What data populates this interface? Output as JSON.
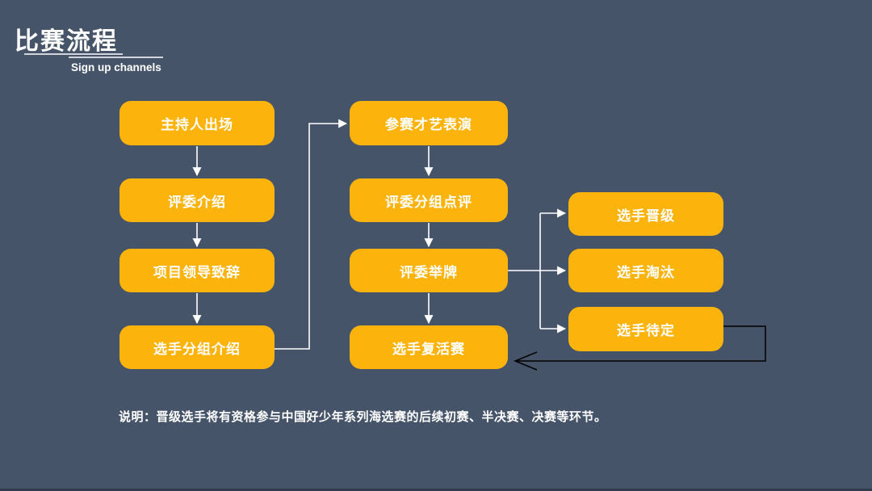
{
  "slide": {
    "title": "比赛流程",
    "subtitle": "Sign up channels",
    "note": "说明：晋级选手将有资格参与中国好少年系列海选赛的后续初赛、半决赛、决赛等环节。"
  },
  "colors": {
    "background": "#46546A",
    "node_fill": "#FCB30B",
    "node_text": "#FFFFFF",
    "title_text": "#FFFFFF",
    "connector": "#FFFFFF",
    "feedback_connector": "#000000"
  },
  "flowchart": {
    "column1": [
      {
        "label": "主持人出场"
      },
      {
        "label": "评委介绍"
      },
      {
        "label": "项目领导致辞"
      },
      {
        "label": "选手分组介绍"
      }
    ],
    "column2": [
      {
        "label": "参赛才艺表演"
      },
      {
        "label": "评委分组点评"
      },
      {
        "label": "评委举牌"
      },
      {
        "label": "选手复活赛"
      }
    ],
    "column3": [
      {
        "label": "选手晋级"
      },
      {
        "label": "选手淘汰"
      },
      {
        "label": "选手待定"
      }
    ]
  }
}
